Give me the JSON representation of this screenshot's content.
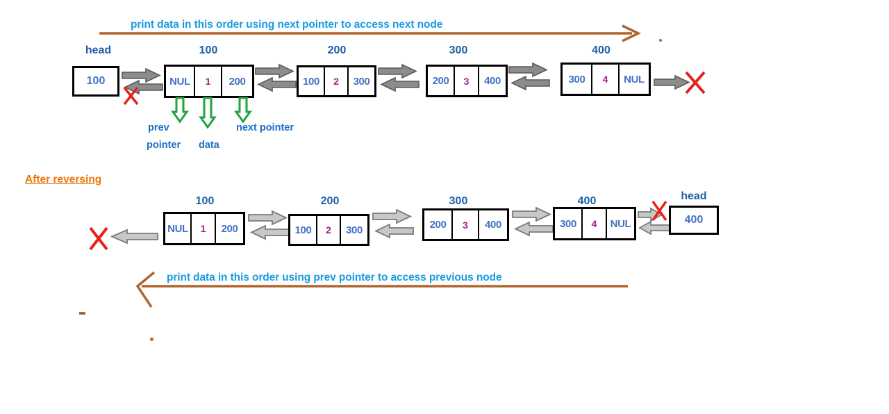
{
  "diagram": {
    "title_top": "print data in this order using next pointer to access next node",
    "title_bottom": "print data in this order using prev pointer to access previous node",
    "section_label": "After reversing",
    "colors": {
      "caption": "#1A9BE0",
      "node_label": "#1F5FA6",
      "pointer": "#4472C4",
      "data": "#A0208C",
      "flow_arrow": "#B0652E",
      "link_arrow": "#808080",
      "cross": "#E8201A",
      "annotation_arrow": "#22A33F",
      "section": "#E8790C"
    }
  },
  "original": {
    "head_label": "head",
    "head_value": "100",
    "nodes": [
      {
        "label": "100",
        "prev": "NUL",
        "data": "1",
        "next": "200"
      },
      {
        "label": "200",
        "prev": "100",
        "data": "2",
        "next": "300"
      },
      {
        "label": "300",
        "prev": "200",
        "data": "3",
        "next": "400"
      },
      {
        "label": "400",
        "prev": "300",
        "data": "4",
        "next": "NUL"
      }
    ],
    "annotations": [
      {
        "text_line1": "prev",
        "text_line2": "pointer"
      },
      {
        "text_line1": "data",
        "text_line2": ""
      },
      {
        "text_line1": "next pointer",
        "text_line2": ""
      }
    ]
  },
  "reversed": {
    "head_label": "head",
    "head_value": "400",
    "nodes": [
      {
        "label": "100",
        "prev": "NUL",
        "data": "1",
        "next": "200"
      },
      {
        "label": "200",
        "prev": "100",
        "data": "2",
        "next": "300"
      },
      {
        "label": "300",
        "prev": "200",
        "data": "3",
        "next": "400"
      },
      {
        "label": "400",
        "prev": "300",
        "data": "4",
        "next": "NUL"
      }
    ]
  }
}
